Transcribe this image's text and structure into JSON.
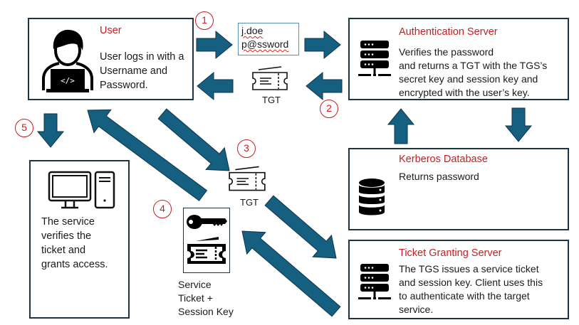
{
  "diagram": {
    "title": "Kerberos Authentication Flow",
    "arrow_color": "#155f80",
    "accent_color": "#c81e1e",
    "border_color": "#1f3443"
  },
  "user": {
    "title": "User",
    "description": "User logs in with a Username and Password.",
    "icon": "user-laptop-icon"
  },
  "auth_server": {
    "title": "Authentication Server",
    "description_lines": [
      "Verifies the password",
      "and returns a TGT with the TGS’s",
      "secret key and session key and",
      "encrypted with the user’s key."
    ],
    "icon": "server-icon"
  },
  "kerberos_db": {
    "title": "Kerberos Database",
    "description": "Returns password",
    "icon": "database-icon"
  },
  "tgs": {
    "title": "Ticket Granting Server",
    "description_lines": [
      "The TGS issues a service ticket",
      "and session key. Client uses this",
      "to authenticate with the target",
      "service."
    ],
    "icon": "server-icon"
  },
  "service": {
    "description_lines": [
      "The service",
      "verifies the",
      "ticket and",
      "grants access."
    ],
    "icon": "computer-icon"
  },
  "credentials": {
    "username": "j.doe",
    "password": "p@ssword"
  },
  "tickets": {
    "tgt_label_top": "TGT",
    "tgt_label_mid": "TGT",
    "service_ticket_lines": [
      "Service",
      "Ticket +",
      "Session Key"
    ]
  },
  "steps": [
    "1",
    "2",
    "3",
    "4",
    "5"
  ]
}
